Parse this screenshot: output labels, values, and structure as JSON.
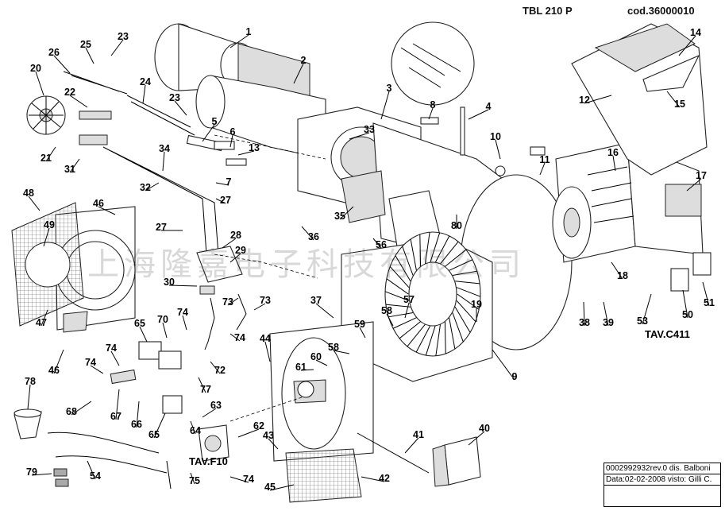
{
  "header": {
    "title": "TBL 210 P",
    "code": "cod.36000010"
  },
  "watermark": "上海隆嘉电子科技有限公司",
  "callouts": [
    {
      "id": "1"
    },
    {
      "id": "2"
    },
    {
      "id": "3"
    },
    {
      "id": "4"
    },
    {
      "id": "5"
    },
    {
      "id": "6"
    },
    {
      "id": "7"
    },
    {
      "id": "8"
    },
    {
      "id": "9"
    },
    {
      "id": "10"
    },
    {
      "id": "11"
    },
    {
      "id": "12"
    },
    {
      "id": "13"
    },
    {
      "id": "14"
    },
    {
      "id": "15"
    },
    {
      "id": "16"
    },
    {
      "id": "17"
    },
    {
      "id": "18"
    },
    {
      "id": "19"
    },
    {
      "id": "20"
    },
    {
      "id": "21"
    },
    {
      "id": "22"
    },
    {
      "id": "23"
    },
    {
      "id": "23"
    },
    {
      "id": "24"
    },
    {
      "id": "25"
    },
    {
      "id": "26"
    },
    {
      "id": "27"
    },
    {
      "id": "27"
    },
    {
      "id": "28"
    },
    {
      "id": "29"
    },
    {
      "id": "30"
    },
    {
      "id": "31"
    },
    {
      "id": "32"
    },
    {
      "id": "33"
    },
    {
      "id": "34"
    },
    {
      "id": "35"
    },
    {
      "id": "36"
    },
    {
      "id": "37"
    },
    {
      "id": "38"
    },
    {
      "id": "39"
    },
    {
      "id": "40"
    },
    {
      "id": "41"
    },
    {
      "id": "42"
    },
    {
      "id": "43"
    },
    {
      "id": "44"
    },
    {
      "id": "45"
    },
    {
      "id": "46"
    },
    {
      "id": "46"
    },
    {
      "id": "47"
    },
    {
      "id": "48"
    },
    {
      "id": "49"
    },
    {
      "id": "50"
    },
    {
      "id": "51"
    },
    {
      "id": "53"
    },
    {
      "id": "54"
    },
    {
      "id": "56"
    },
    {
      "id": "57"
    },
    {
      "id": "58"
    },
    {
      "id": "58"
    },
    {
      "id": "59"
    },
    {
      "id": "60"
    },
    {
      "id": "61"
    },
    {
      "id": "62"
    },
    {
      "id": "63"
    },
    {
      "id": "64"
    },
    {
      "id": "65"
    },
    {
      "id": "65"
    },
    {
      "id": "66"
    },
    {
      "id": "67"
    },
    {
      "id": "68"
    },
    {
      "id": "70"
    },
    {
      "id": "72"
    },
    {
      "id": "73"
    },
    {
      "id": "73"
    },
    {
      "id": "74"
    },
    {
      "id": "74"
    },
    {
      "id": "74"
    },
    {
      "id": "74"
    },
    {
      "id": "74"
    },
    {
      "id": "75"
    },
    {
      "id": "77"
    },
    {
      "id": "78"
    },
    {
      "id": "79"
    },
    {
      "id": "80"
    }
  ],
  "tav_labels": [
    {
      "text": "TAV.C411"
    },
    {
      "text": "TAV.F10"
    }
  ],
  "doc_box": {
    "lines": [
      "0002992932rev.0 dis. Balboni",
      "Data:02-02-2008 visto: Gilli C.",
      ""
    ]
  }
}
